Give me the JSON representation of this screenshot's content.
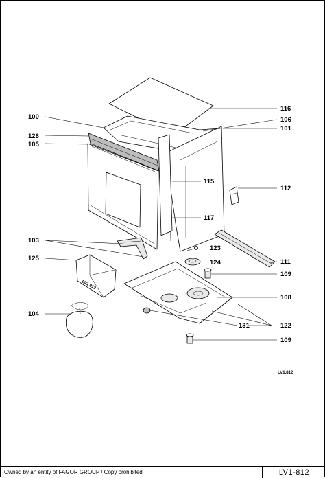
{
  "callouts": {
    "c100": "100",
    "c126": "126",
    "c105": "105",
    "c103": "103",
    "c125": "125",
    "c104": "104",
    "c116": "116",
    "c106": "106",
    "c101": "101",
    "c115": "115",
    "c112": "112",
    "c117": "117",
    "c123": "123",
    "c124": "124",
    "c111": "111",
    "c109a": "109",
    "c108": "108",
    "c131": "131",
    "c122": "122",
    "c109b": "109"
  },
  "part_marks": {
    "lv1_812_label": "LV1 812"
  },
  "drawing_code": "LV1.812",
  "footer": {
    "owner": "Owned by an entity of FAGOR GROUP / Copy prohibited",
    "code": "LV1-812"
  }
}
